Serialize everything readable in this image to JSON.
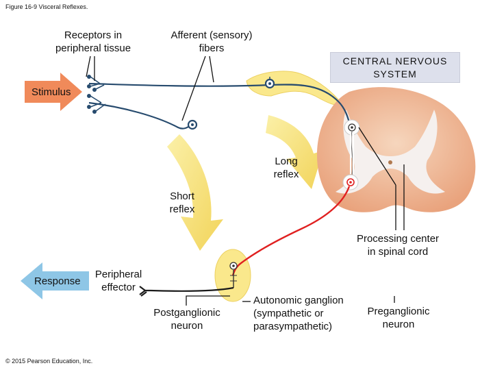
{
  "figure_title": "Figure 16-9 Visceral Reflexes.",
  "copyright": "© 2015 Pearson Education, Inc.",
  "labels": {
    "receptors_1": "Receptors in",
    "receptors_2": "peripheral tissue",
    "afferent_1": "Afferent (sensory)",
    "afferent_2": "fibers",
    "cns_1": "CENTRAL NERVOUS",
    "cns_2": "SYSTEM",
    "stimulus": "Stimulus",
    "long_reflex_1": "Long",
    "long_reflex_2": "reflex",
    "short_reflex_1": "Short",
    "short_reflex_2": "reflex",
    "processing_1": "Processing center",
    "processing_2": "in spinal cord",
    "response": "Response",
    "effector_1": "Peripheral",
    "effector_2": "effector",
    "postganglionic_1": "Postganglionic",
    "postganglionic_2": "neuron",
    "ganglion_1": "Autonomic ganglion",
    "ganglion_2": "(sympathetic or",
    "ganglion_3": "parasympathetic)",
    "preganglionic_1": "Preganglionic",
    "preganglionic_2": "neuron"
  },
  "colors": {
    "afferent_fiber": "#274b6e",
    "preganglionic_fiber": "#e02020",
    "postganglionic_fiber": "#1a1a1a",
    "reflex_arrow": "#f6e27a",
    "stimulus_arrow": "#f08a5a",
    "response_arrow": "#8ec6e6",
    "spinal_white_matter": "#f2c8aa",
    "spinal_gray_matter": "#f5f0ee",
    "cns_box": "#dde0ec"
  }
}
